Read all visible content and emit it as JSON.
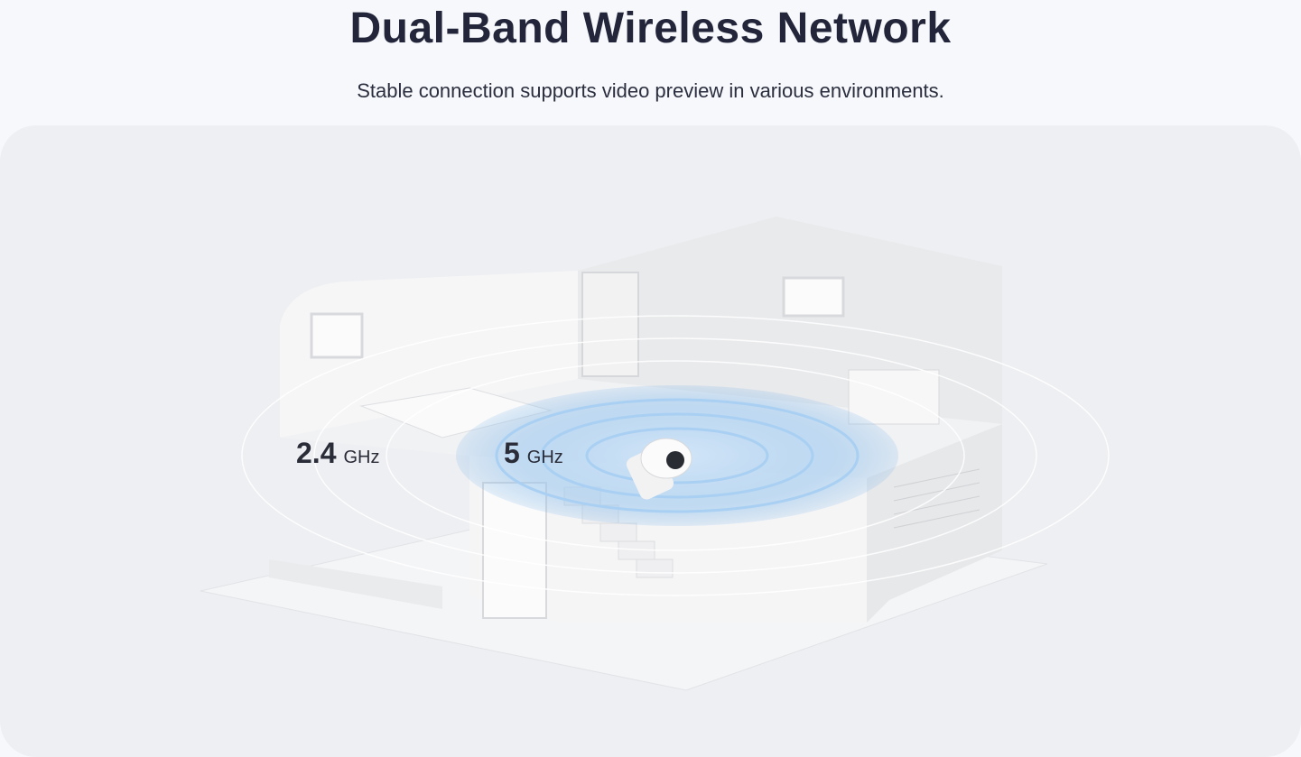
{
  "header": {
    "title": "Dual-Band Wireless Network",
    "subtitle": "Stable connection supports video preview in various environments."
  },
  "bands": [
    {
      "value": "2.4",
      "unit": "GHz"
    },
    {
      "value": "5",
      "unit": "GHz"
    }
  ],
  "colors": {
    "title": "#23263a",
    "card": "#eeeff2",
    "background": "#f7f8fb",
    "signal_5ghz": "#7fb6e8"
  }
}
